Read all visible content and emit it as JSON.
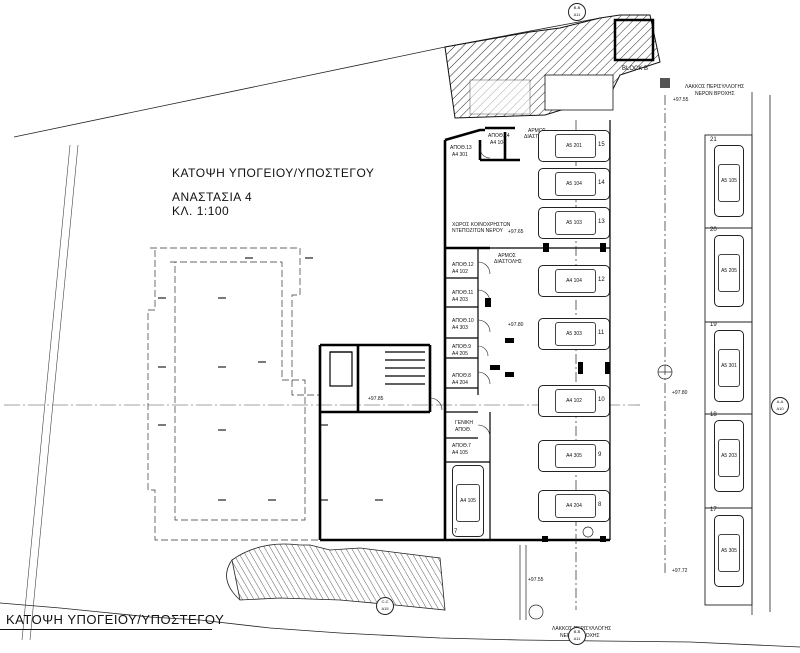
{
  "titles": {
    "plan_title": "ΚΑΤΟΨΗ ΥΠΟΓΕΙΟΥ/ΥΠΟΣΤΕΓΟΥ",
    "subtitle": "ΑΝΑΣΤΑΣΙΑ 4",
    "scale": "ΚΛ. 1:100",
    "bottom_title": "ΚΑΤΟΨΗ ΥΠΟΓΕΙΟΥ/ΥΠΟΣΤΕΓΟΥ"
  },
  "labels": {
    "block": "BLOCK B",
    "lakkos_top": [
      "ΛΑΚΚΟΣ ΠΕΡΙΣΥΛΛΟΓΗΣ",
      "ΝΕΡΩΝ ΒΡΟΧΗΣ"
    ],
    "lakkos_bottom": [
      "ΛΑΚΚΟΣ ΠΕΡΙΣΥΛΛΟΓΗΣ",
      "ΝΕΡΩΝ ΒΡΟΧΗΣ"
    ],
    "armos_top": [
      "ΑΡΜΟΣ",
      "ΔΙΑΣΤΟΛΗΣ"
    ],
    "armos_mid": [
      "ΑΡΜΟΣ",
      "ΔΙΑΣΤΟΛΗΣ"
    ],
    "xoros": [
      "ΧΩΡΟΣ ΚΟΙΝΟΧΡΗΣΤΩΝ",
      "ΝΤΕΠΟΖΙΤΩΝ ΝΕΡΟΥ"
    ],
    "geniki": [
      "ΓΕΝΙΚΗ",
      "ΑΠΟΘ."
    ],
    "levels": [
      "+97.55",
      "+97.65",
      "+97.80",
      "+97.85",
      "+97.80",
      "+97.72",
      "+97.55"
    ]
  },
  "storage": [
    {
      "name": "ΑΠΟΘ.13",
      "code": "Α4 301"
    },
    {
      "name": "ΑΠΟΘ.14",
      "code": "Α4 104"
    },
    {
      "name": "ΑΠΟΘ.12",
      "code": "Α4 102"
    },
    {
      "name": "ΑΠΟΘ.11",
      "code": "Α4 203"
    },
    {
      "name": "ΑΠΟΘ.10",
      "code": "Α4 303"
    },
    {
      "name": "ΑΠΟΘ.9",
      "code": "Α4 205"
    },
    {
      "name": "ΑΠΟΘ.8",
      "code": "Α4 204"
    },
    {
      "name": "ΑΠΟΘ.7",
      "code": "Α4 105"
    }
  ],
  "parking_center": [
    {
      "code": "Α5 201",
      "num": "15"
    },
    {
      "code": "Α5 104",
      "num": "14"
    },
    {
      "code": "Α5 103",
      "num": "13"
    },
    {
      "code": "Α4 104",
      "num": "12"
    },
    {
      "code": "Α5 303",
      "num": "11"
    },
    {
      "code": "Α4 102",
      "num": "10"
    },
    {
      "code": "Α4 305",
      "num": "9"
    },
    {
      "code": "Α4 204",
      "num": "8"
    }
  ],
  "parking_left": {
    "code": "Α4 105",
    "num": "7"
  },
  "parking_right": [
    {
      "code": "Α5 105",
      "num": "21"
    },
    {
      "code": "Α5 205",
      "num": "20"
    },
    {
      "code": "Α5 301",
      "num": "19"
    },
    {
      "code": "Α5 203",
      "num": "18"
    },
    {
      "code": "Α5 305",
      "num": "17"
    }
  ],
  "section_markers": [
    {
      "label": "B-B",
      "ref": "A11"
    },
    {
      "label": "A-A",
      "ref": "A10"
    },
    {
      "label": "B-B",
      "ref": "A11"
    },
    {
      "label": "C-C",
      "ref": "A15"
    }
  ]
}
